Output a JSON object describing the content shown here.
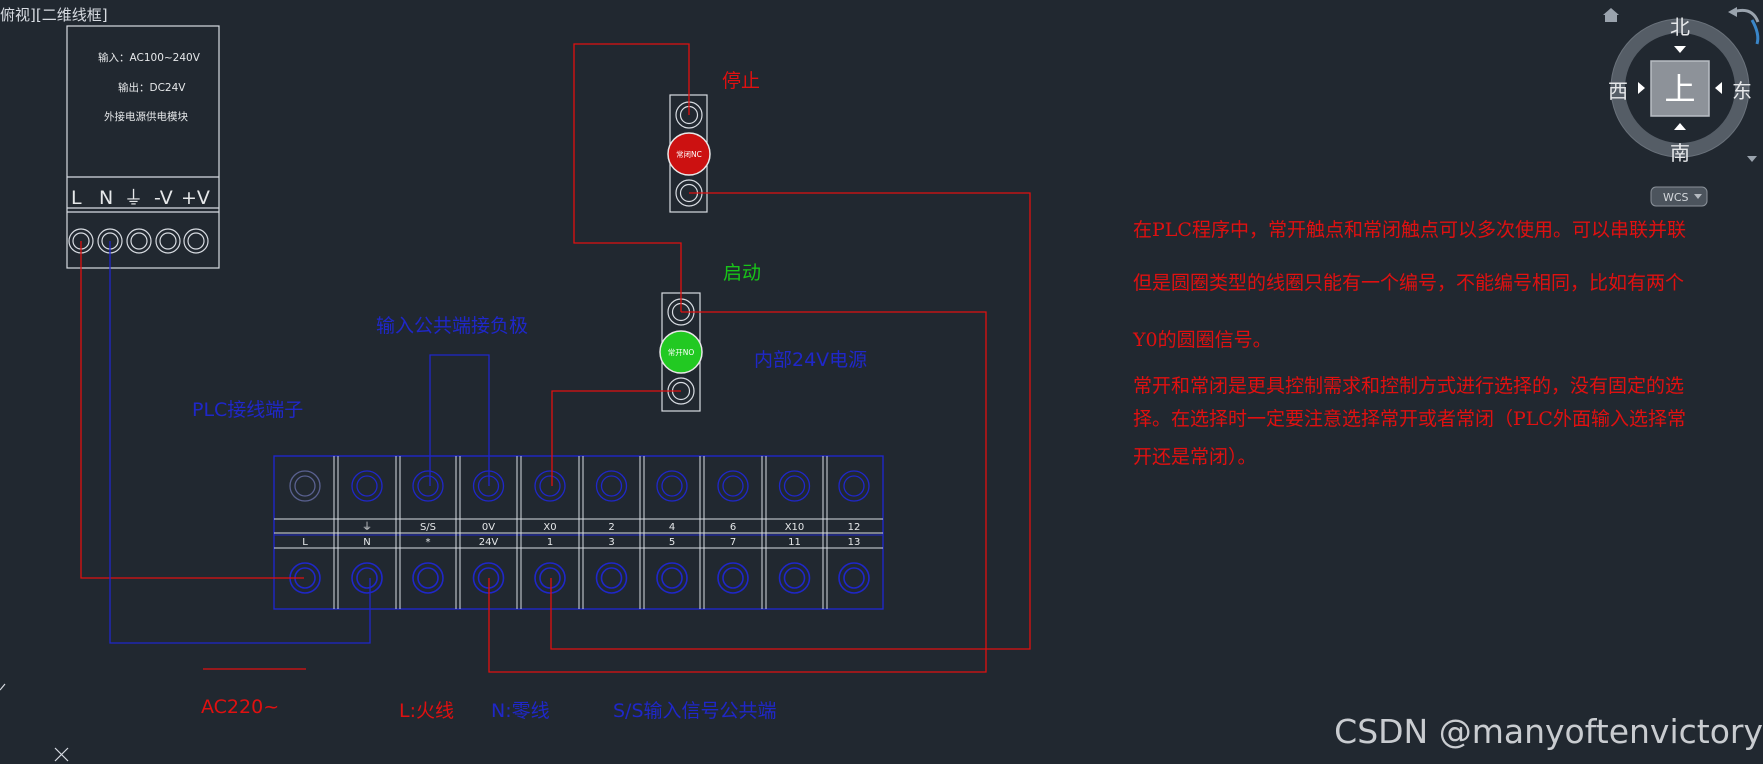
{
  "viewport_label": "俯视][二维线框]",
  "power_module": {
    "input_text": "输入：AC100~240V",
    "output_text": "输出：DC24V",
    "desc_text": "外接电源供电模块",
    "terminals": [
      "L",
      "N",
      "⏚",
      "-V",
      "+V"
    ]
  },
  "buttons": {
    "stop_label": "停止",
    "stop_button_text": "常闭NC",
    "start_label": "启动",
    "start_button_text": "常开NO"
  },
  "labels": {
    "input_common": "输入公共端接负极",
    "internal_24v": "内部24V电源",
    "plc_terminals": "PLC接线端子"
  },
  "plc_terminal": {
    "top_row": [
      "",
      "⏚",
      "S/S",
      "0V",
      "X0",
      "2",
      "4",
      "6",
      "X10",
      "12"
    ],
    "bottom_row": [
      "L",
      "N",
      "*",
      "24V",
      "1",
      "3",
      "5",
      "7",
      "11",
      "13"
    ]
  },
  "legend": {
    "ac": "AC220~",
    "l": "L:火线",
    "n": "N:零线",
    "ss": "S/S输入信号公共端"
  },
  "notes": {
    "line1": "在PLC程序中，常开触点和常闭触点可以多次使用。可以串联并联",
    "line2": "但是圆圈类型的线圈只能有一个编号，不能编号相同，比如有两个",
    "line3": "Y0的圆圈信号。",
    "line4": "常开和常闭是更具控制需求和控制方式进行选择的，没有固定的选",
    "line5": "择。在选择时一定要注意选择常开或者常闭（PLC外面输入选择常",
    "line6": "开还是常闭）。"
  },
  "view_cube": {
    "north": "北",
    "south": "南",
    "west": "西",
    "east": "东",
    "top": "上",
    "wcs": "WCS"
  },
  "watermark": "CSDN @manyoftenvictory",
  "colors": {
    "background": "#212830",
    "wire_red": "#e01010",
    "wire_blue": "#1f27c9",
    "stop_button": "#cc1111",
    "start_button": "#22c922",
    "drawing_line": "#d8dce2"
  }
}
